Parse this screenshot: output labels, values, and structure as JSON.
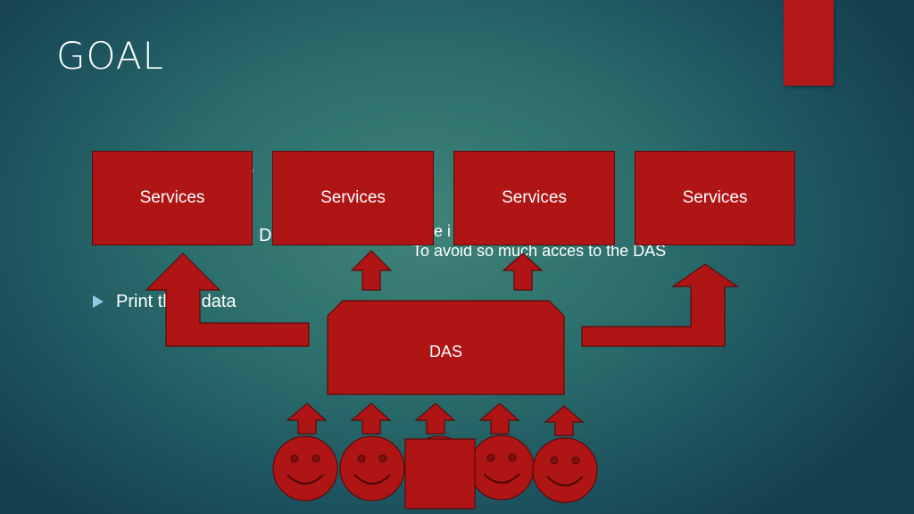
{
  "slide": {
    "title": "GOAL",
    "bullets": [
      {
        "text": "ap"
      },
      {
        "text": "D"
      },
      {
        "text": "Print th se data"
      }
    ],
    "note_lines": [
      "e i                      like",
      "To avoid so much acces to the DAS"
    ]
  },
  "diagram": {
    "services": [
      {
        "label": "Services"
      },
      {
        "label": "Services"
      },
      {
        "label": "Services"
      },
      {
        "label": "Services"
      }
    ],
    "das_label": "DAS",
    "colors": {
      "fill": "#b01515",
      "stroke": "#5a0a0a",
      "bullet": "#8ec9e6"
    }
  }
}
